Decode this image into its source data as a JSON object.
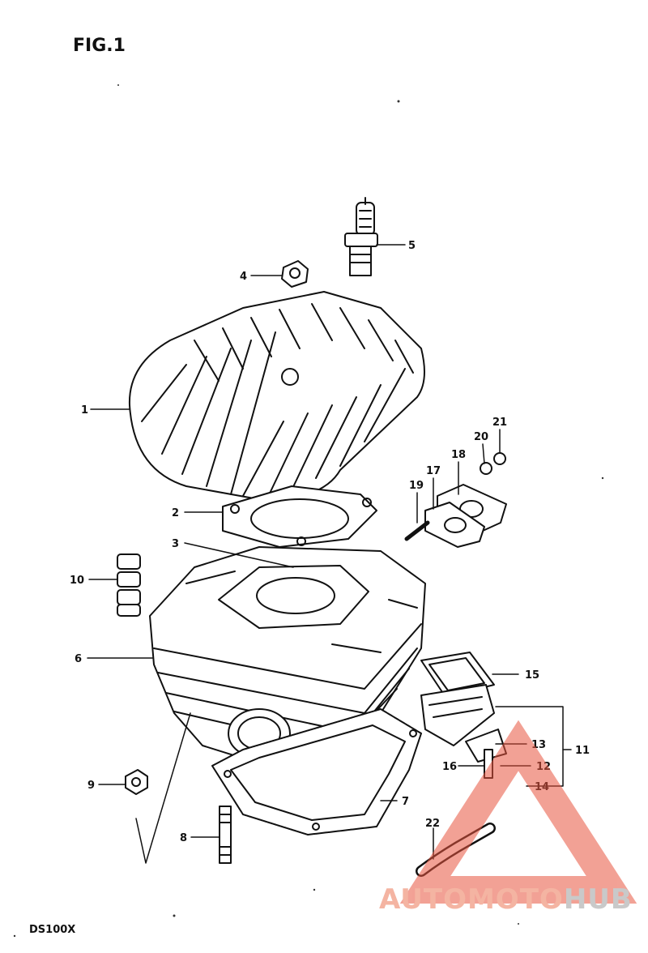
{
  "figure": {
    "title": "FIG.1",
    "model": "DS100X"
  },
  "callouts": [
    {
      "id": "c1",
      "label": "1"
    },
    {
      "id": "c2",
      "label": "2"
    },
    {
      "id": "c3",
      "label": "3"
    },
    {
      "id": "c4",
      "label": "4"
    },
    {
      "id": "c5",
      "label": "5"
    },
    {
      "id": "c6",
      "label": "6"
    },
    {
      "id": "c7",
      "label": "7"
    },
    {
      "id": "c8",
      "label": "8"
    },
    {
      "id": "c9",
      "label": "9"
    },
    {
      "id": "c10",
      "label": "10"
    },
    {
      "id": "c11",
      "label": "11"
    },
    {
      "id": "c12",
      "label": "12"
    },
    {
      "id": "c13",
      "label": "13"
    },
    {
      "id": "c14",
      "label": "14"
    },
    {
      "id": "c15",
      "label": "15"
    },
    {
      "id": "c16",
      "label": "16"
    },
    {
      "id": "c17",
      "label": "17"
    },
    {
      "id": "c18",
      "label": "18"
    },
    {
      "id": "c19",
      "label": "19"
    },
    {
      "id": "c20",
      "label": "20"
    },
    {
      "id": "c21",
      "label": "21"
    },
    {
      "id": "c22",
      "label": "22"
    }
  ],
  "watermark": {
    "part1": "AUTOMOTO",
    "part2": "HUB",
    "color_primary": "#e8553f",
    "color_secondary": "#b5b5b5"
  }
}
